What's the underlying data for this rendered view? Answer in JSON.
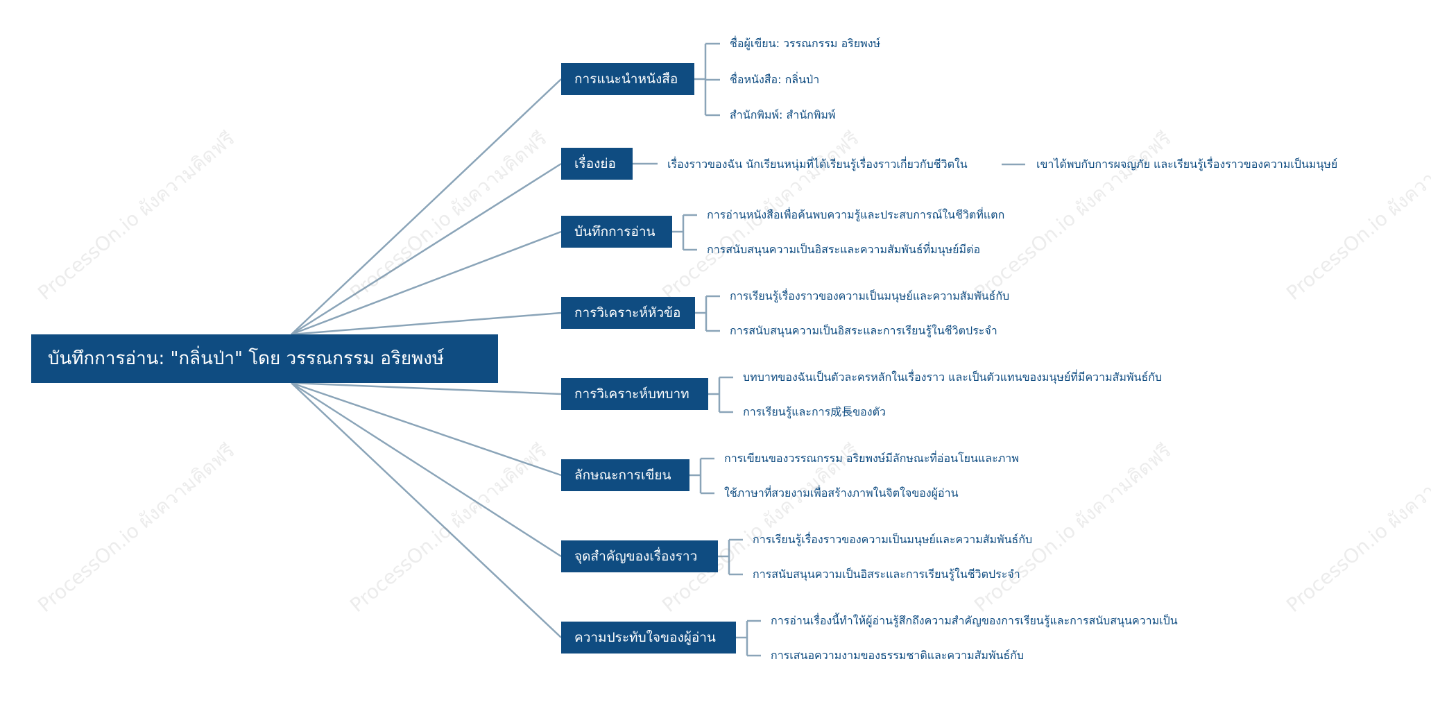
{
  "root": {
    "label": "บันทึกการอ่าน: \"กลิ่นป่า\" โดย วรรณกรรม อริยพงษ์"
  },
  "branches": [
    {
      "label": "การแนะนำหนังสือ",
      "leaves": [
        "ชื่อผู้เขียน: วรรณกรรม อริยพงษ์",
        "ชื่อหนังสือ: กลิ่นป่า",
        "สำนักพิมพ์: สำนักพิมพ์"
      ]
    },
    {
      "label": "เรื่องย่อ",
      "leaves": [
        "เรื่องราวของฉัน นักเรียนหนุ่มที่ได้เรียนรู้เรื่องราวเกี่ยวกับชีวิตใน"
      ],
      "subleaf": "เขาได้พบกับการผจญภัย และเรียนรู้เรื่องราวของความเป็นมนุษย์"
    },
    {
      "label": "บันทึกการอ่าน",
      "leaves": [
        "การอ่านหนังสือเพื่อค้นพบความรู้และประสบการณ์ในชีวิตที่แตก",
        "การสนับสนุนความเป็นอิสระและความสัมพันธ์ที่มนุษย์มีต่อ"
      ]
    },
    {
      "label": "การวิเคราะห์หัวข้อ",
      "leaves": [
        "การเรียนรู้เรื่องราวของความเป็นมนุษย์และความสัมพันธ์กับ",
        "การสนับสนุนความเป็นอิสระและการเรียนรู้ในชีวิตประจำ"
      ]
    },
    {
      "label": "การวิเคราะห์บทบาท",
      "leaves": [
        "บทบาทของฉันเป็นตัวละครหลักในเรื่องราว และเป็นตัวแทนของมนุษย์ที่มีความสัมพันธ์กับ",
        "การเรียนรู้และการ成長ของตัว"
      ]
    },
    {
      "label": "ลักษณะการเขียน",
      "leaves": [
        "การเขียนของวรรณกรรม อริยพงษ์มีลักษณะที่อ่อนโยนและภาพ",
        "ใช้ภาษาที่สวยงามเพื่อสร้างภาพในจิตใจของผู้อ่าน"
      ]
    },
    {
      "label": "จุดสำคัญของเรื่องราว",
      "leaves": [
        "การเรียนรู้เรื่องราวของความเป็นมนุษย์และความสัมพันธ์กับ",
        "การสนับสนุนความเป็นอิสระและการเรียนรู้ในชีวิตประจำ"
      ]
    },
    {
      "label": "ความประทับใจของผู้อ่าน",
      "leaves": [
        "การอ่านเรื่องนี้ทำให้ผู้อ่านรู้สึกถึงความสำคัญของการเรียนรู้และการสนับสนุนความเป็น",
        "การเสนอความงามของธรรมชาติและความสัมพันธ์กับ"
      ]
    }
  ],
  "watermark": "ProcessOn.io ผังความคิดฟรี",
  "colors": {
    "node": "#0f4c81",
    "line": "#8aa4b8",
    "leaf_text": "#0f4c81"
  }
}
